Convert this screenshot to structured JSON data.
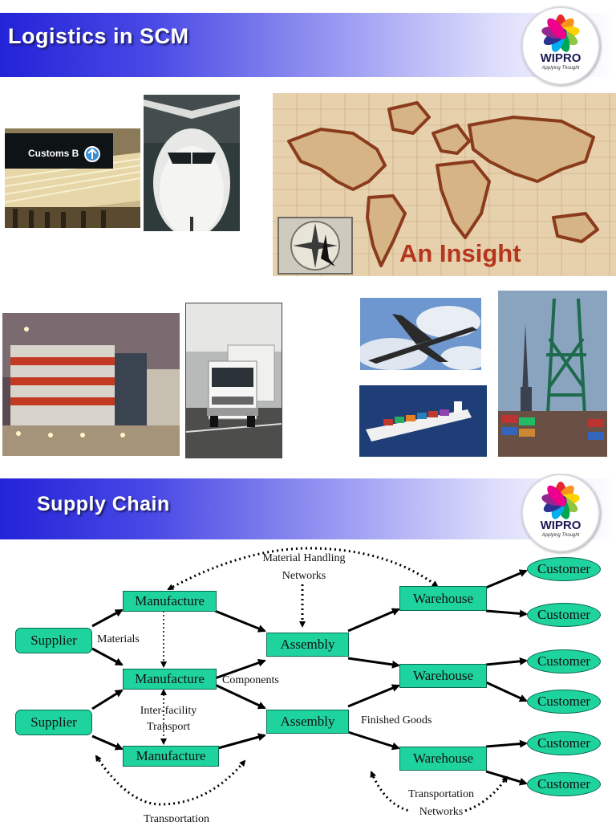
{
  "slide1": {
    "title": "Logistics  in SCM",
    "logo_text": "WIPRO",
    "logo_tag": "Applying Thought",
    "customs_sign": "Customs  B",
    "insight_text": "An Insight"
  },
  "slide2": {
    "title": "Supply Chain",
    "logo_text": "WIPRO",
    "logo_tag": "Applying Thought",
    "labels": {
      "material_handling_1": "Material Handling",
      "material_handling_2": "Networks",
      "materials": "Materials",
      "components": "Components",
      "inter_facility_1": "Inter-facility",
      "inter_facility_2": "Transport",
      "finished_goods": "Finished Goods",
      "transportation_left": "Transportation",
      "transportation_right_1": "Transportation",
      "transportation_right_2": "Networks"
    },
    "suppliers": [
      "Supplier",
      "Supplier"
    ],
    "manufacturers": [
      "Manufacture",
      "Manufacture",
      "Manufacture"
    ],
    "assemblies": [
      "Assembly",
      "Assembly"
    ],
    "warehouses": [
      "Warehouse",
      "Warehouse",
      "Warehouse"
    ],
    "customers": [
      "Customer",
      "Customer",
      "Customer",
      "Customer",
      "Customer",
      "Customer"
    ]
  },
  "colors": {
    "banner_start": "#2323d8",
    "node_fill": "#1fd39f",
    "insight_text": "#b5361d"
  }
}
